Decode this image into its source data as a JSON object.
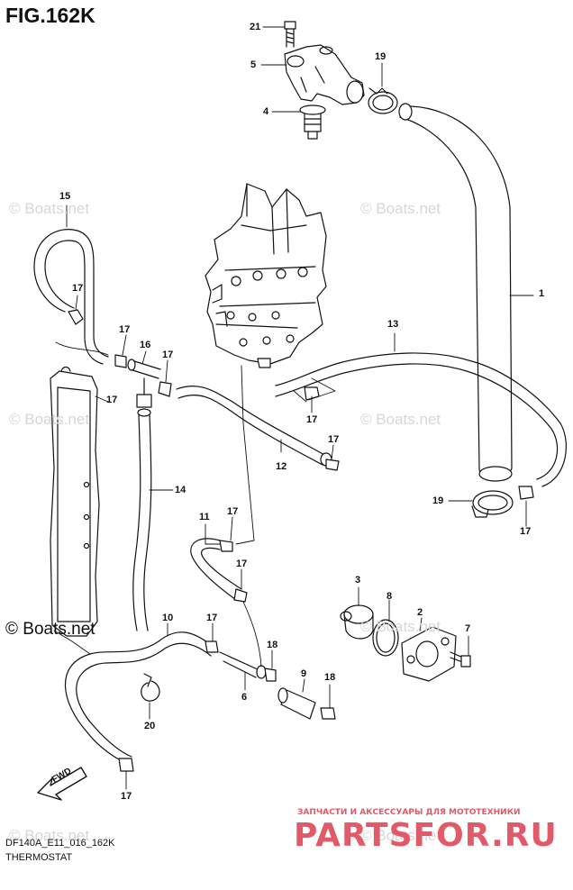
{
  "figure": {
    "title": "FIG.162K",
    "code": "DF140A_E11_016_162K",
    "subtitle": "THERMOSTAT"
  },
  "watermarks": {
    "light": "© Boats.net",
    "dark": "© Boats.net"
  },
  "brand": {
    "tagline": "ЗАПЧАСТИ И АКСЕССУАРЫ ДЛЯ МОТОТЕХНИКИ",
    "logo": "PARTSFOR.RU",
    "color": "#e05a6a"
  },
  "fwd_label": "FWD",
  "callouts": [
    {
      "id": "c21",
      "text": "21"
    },
    {
      "id": "c5",
      "text": "5"
    },
    {
      "id": "c19a",
      "text": "19"
    },
    {
      "id": "c4",
      "text": "4"
    },
    {
      "id": "c15",
      "text": "15"
    },
    {
      "id": "c1",
      "text": "1"
    },
    {
      "id": "c17a",
      "text": "17"
    },
    {
      "id": "c13",
      "text": "13"
    },
    {
      "id": "c17b",
      "text": "17"
    },
    {
      "id": "c16",
      "text": "16"
    },
    {
      "id": "c17c",
      "text": "17"
    },
    {
      "id": "c17d",
      "text": "17"
    },
    {
      "id": "c17e",
      "text": "17"
    },
    {
      "id": "c17f",
      "text": "17"
    },
    {
      "id": "c12",
      "text": "12"
    },
    {
      "id": "c14",
      "text": "14"
    },
    {
      "id": "c19b",
      "text": "19"
    },
    {
      "id": "c17g",
      "text": "17"
    },
    {
      "id": "c11",
      "text": "11"
    },
    {
      "id": "c17h",
      "text": "17"
    },
    {
      "id": "c17i",
      "text": "17"
    },
    {
      "id": "c3",
      "text": "3"
    },
    {
      "id": "c8",
      "text": "8"
    },
    {
      "id": "c2",
      "text": "2"
    },
    {
      "id": "c10",
      "text": "10"
    },
    {
      "id": "c17j",
      "text": "17"
    },
    {
      "id": "c7",
      "text": "7"
    },
    {
      "id": "c18a",
      "text": "18"
    },
    {
      "id": "c9",
      "text": "9"
    },
    {
      "id": "c18b",
      "text": "18"
    },
    {
      "id": "c6",
      "text": "6"
    },
    {
      "id": "c20",
      "text": "20"
    },
    {
      "id": "c17k",
      "text": "17"
    }
  ]
}
